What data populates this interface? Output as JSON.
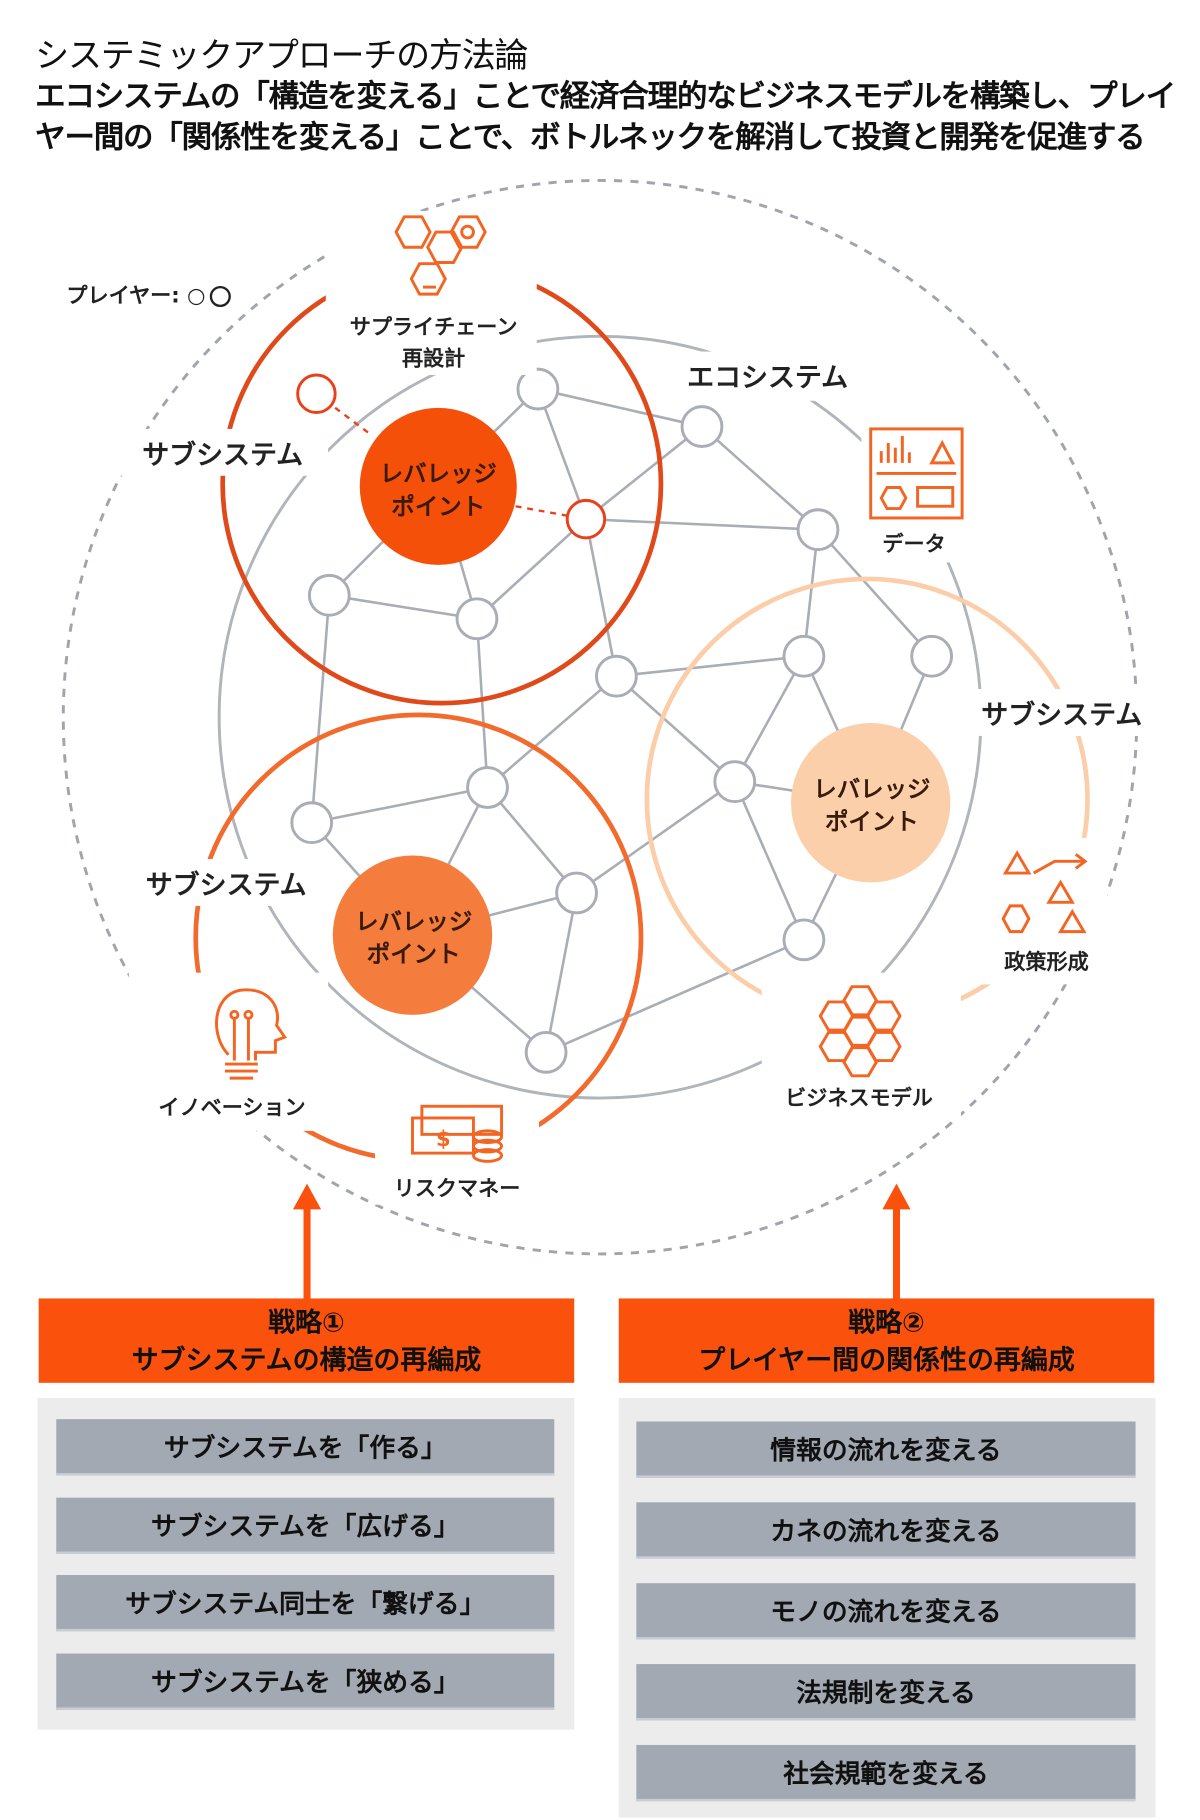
{
  "header": {
    "title": "システミックアプローチの方法論",
    "subtitle": "エコシステムの「構造を変える」ことで経済合理的なビジネスモデルを構築し、プレイヤー間の「関係性を変える」ことで、ボトルネックを解消して投資と開発を促進する"
  },
  "diagram": {
    "legend_player": "プレイヤー: ○",
    "ecosystem_label": "エコシステム",
    "subsystem_labels": [
      "サブシステム",
      "サブシステム",
      "サブシステム"
    ],
    "leverage_point": [
      "レバレッジ",
      "ポイント"
    ],
    "icons": {
      "supply_chain": [
        "サプライチェーン",
        "再設計"
      ],
      "data": "データ",
      "policy": "政策形成",
      "business_model": "ビジネスモデル",
      "innovation": "イノベーション",
      "risk_money": "リスクマネー"
    },
    "colors": {
      "leverage1": "#f4500a",
      "leverage2": "#f47c3c",
      "leverage3": "#fbcfa9",
      "accent": "#fa520c",
      "network": "#a9adb5"
    }
  },
  "strategies": [
    {
      "title": "戦略①",
      "subtitle": "サブシステムの構造の再編成",
      "items": [
        "サブシステムを「作る」",
        "サブシステムを「広げる」",
        "サブシステム同士を「繋げる」",
        "サブシステムを「狭める」"
      ]
    },
    {
      "title": "戦略②",
      "subtitle": "プレイヤー間の関係性の再編成",
      "items": [
        "情報の流れを変える",
        "カネの流れを変える",
        "モノの流れを変える",
        "法規制を変える",
        "社会規範を変える"
      ]
    }
  ]
}
